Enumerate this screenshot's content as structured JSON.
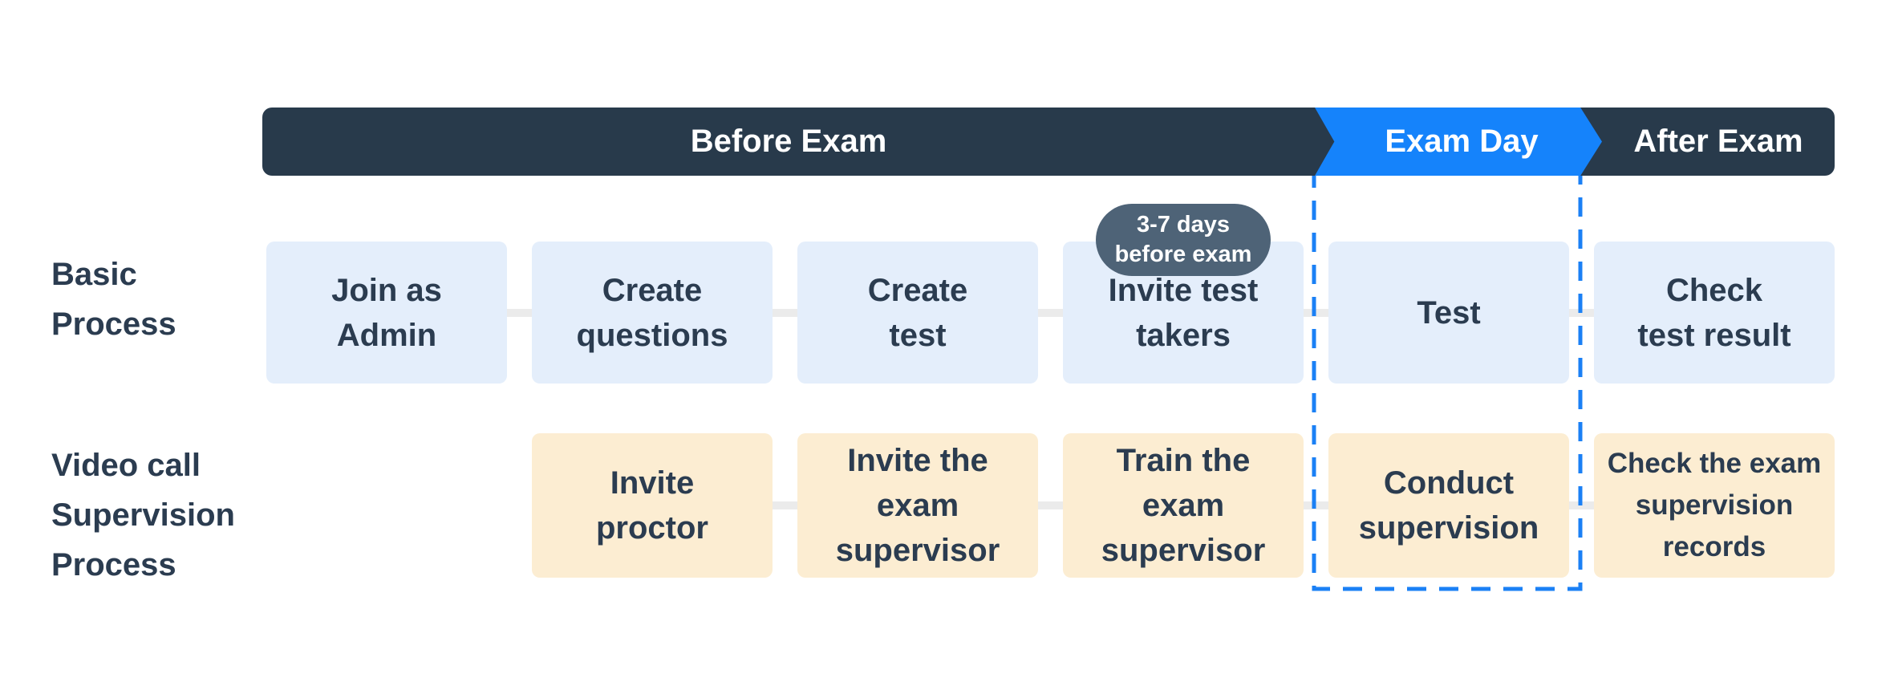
{
  "colors": {
    "background": "#ffffff",
    "navy": "#283a4b",
    "blue": "#1583fb",
    "light_blue": "#e4eefb",
    "cream": "#fcedd2",
    "badge_bg": "#4e6377",
    "text": "#2b3c50",
    "connector": "#ebebeb",
    "dashed_blue": "#1b80f5"
  },
  "timeline": {
    "before_exam": "Before Exam",
    "exam_day": "Exam Day",
    "after_exam": "After Exam"
  },
  "basic_process": {
    "label": "Basic\nProcess",
    "steps": [
      {
        "label": "Join as\nAdmin"
      },
      {
        "label": "Create\nquestions"
      },
      {
        "label": "Create\ntest"
      },
      {
        "label": "Invite test\ntakers",
        "badge": "3-7 days\nbefore exam"
      },
      {
        "label": "Test"
      },
      {
        "label": "Check\ntest result"
      }
    ]
  },
  "video_process": {
    "label": "Video call\nSupervision\nProcess",
    "steps": [
      {
        "label": "Invite\nproctor"
      },
      {
        "label": "Invite the\nexam\nsupervisor"
      },
      {
        "label": "Train the\nexam\nsupervisor"
      },
      {
        "label": "Conduct\nsupervision"
      },
      {
        "label": "Check the exam\nsupervision\nrecords"
      }
    ]
  }
}
